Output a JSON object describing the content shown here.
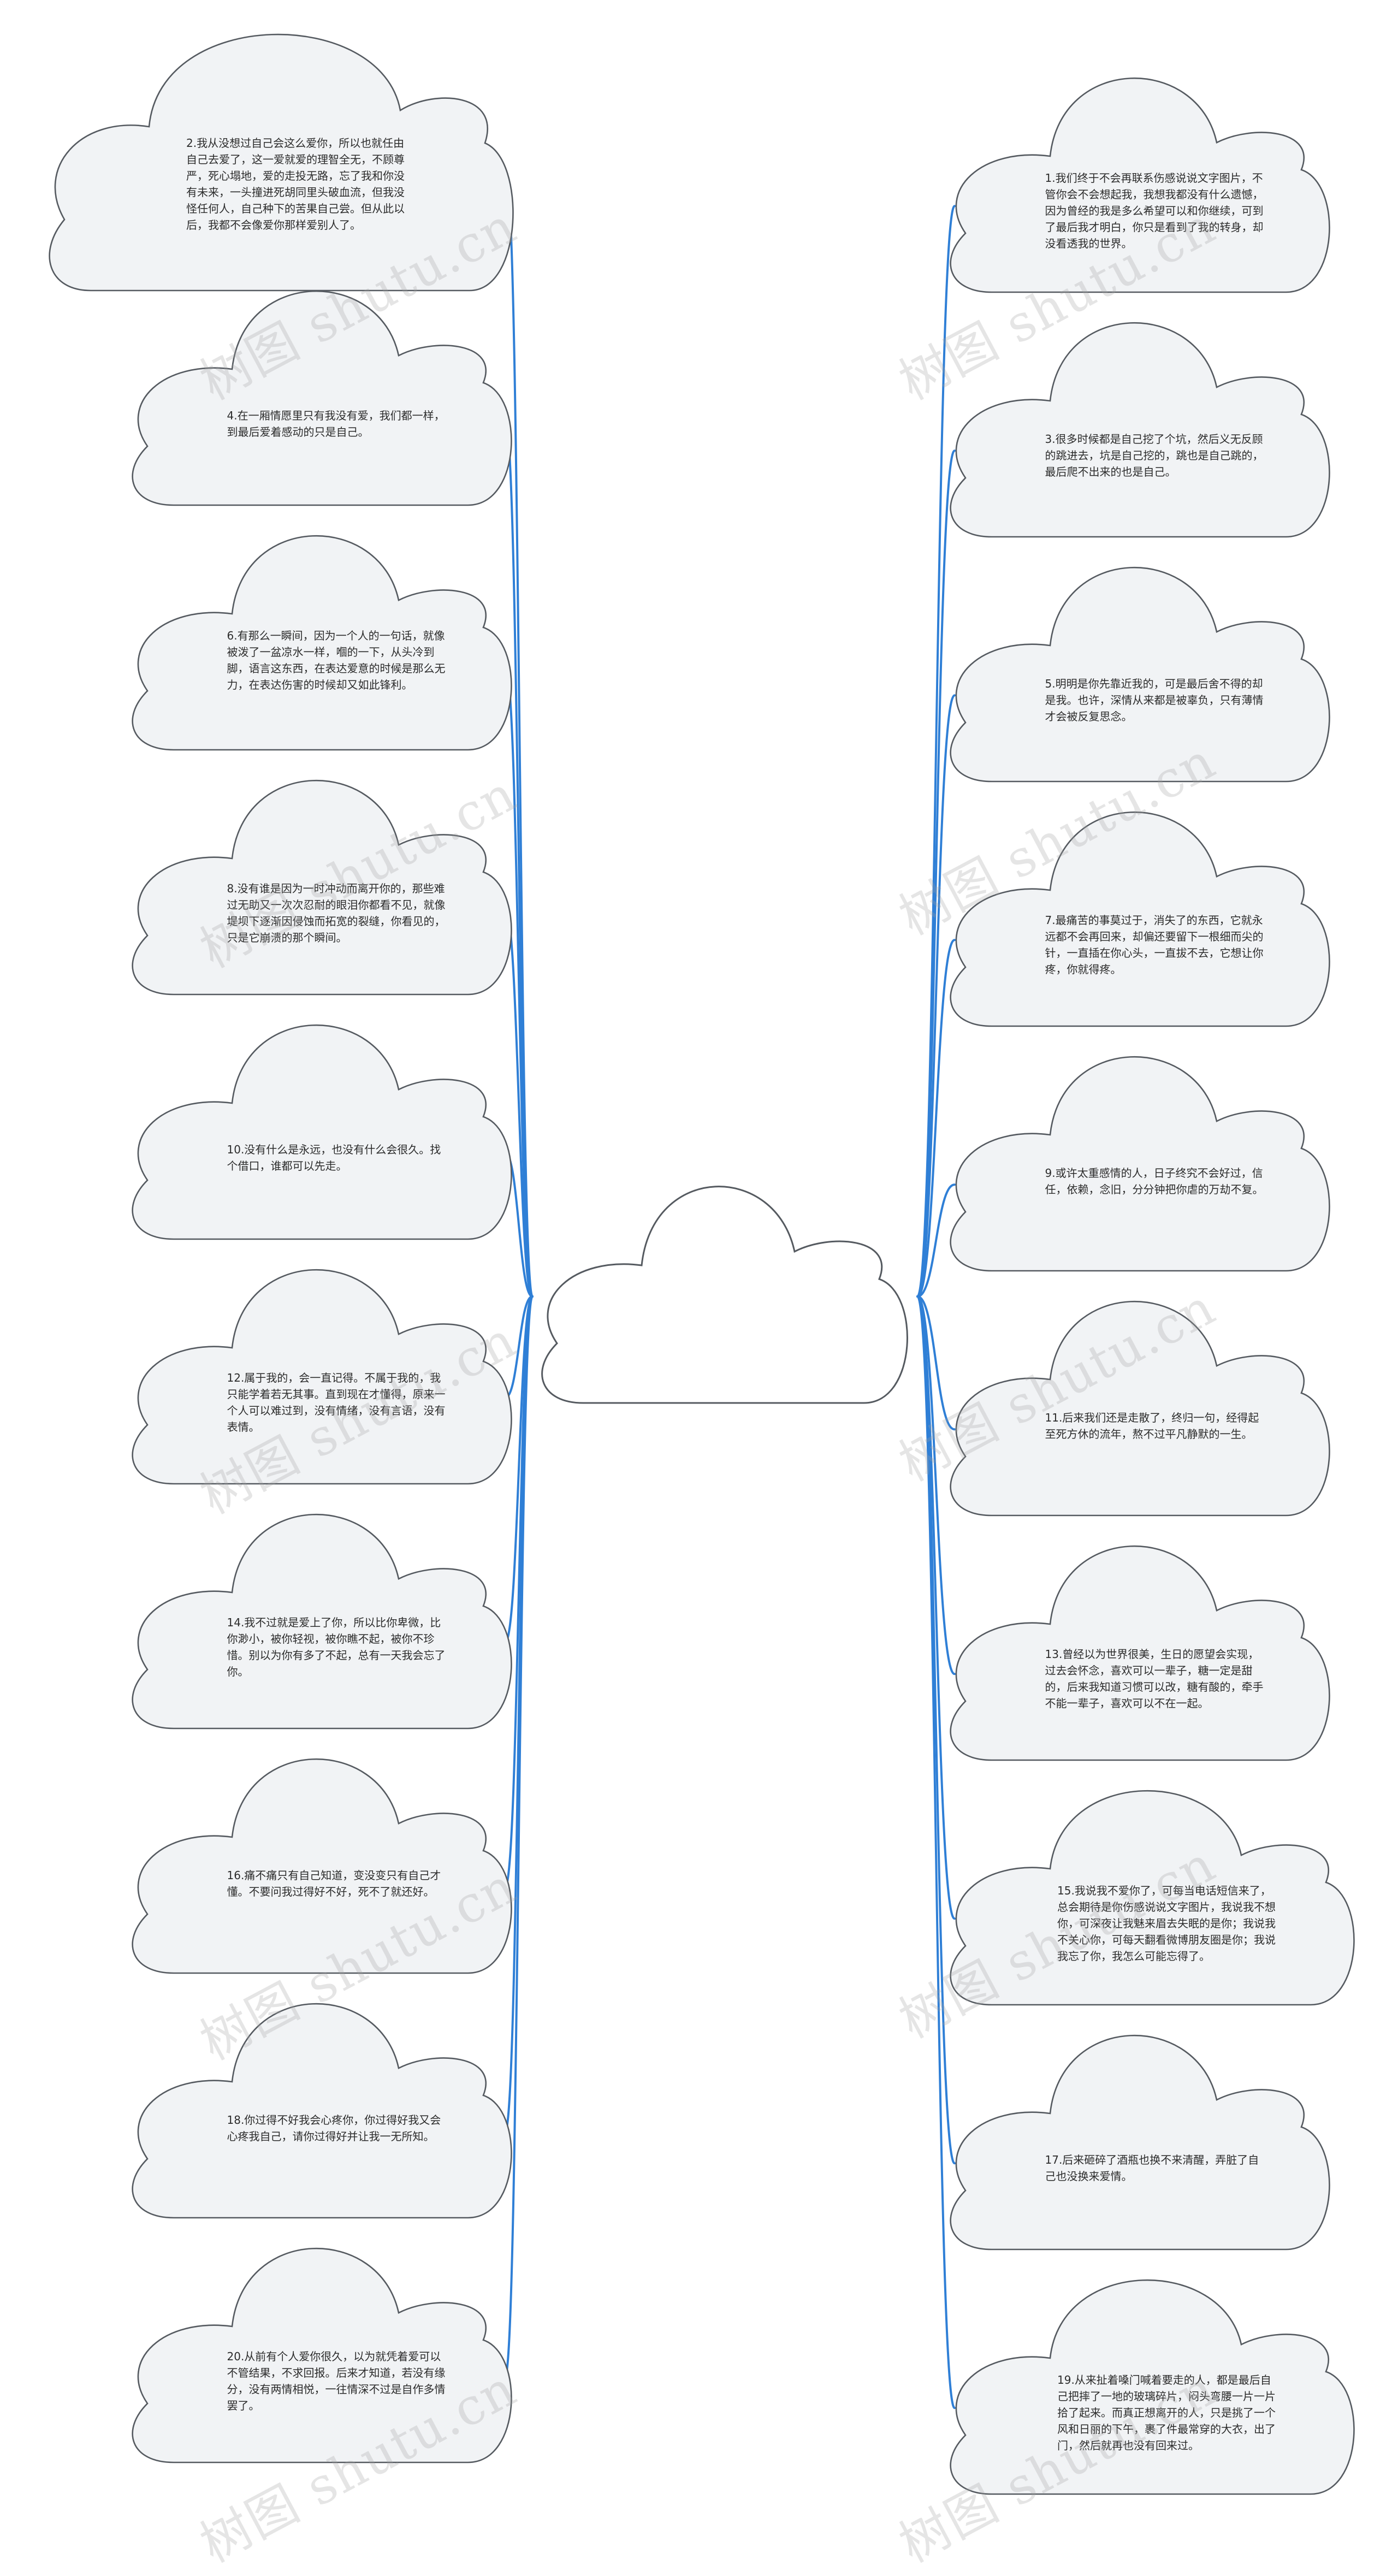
{
  "center_topic": "",
  "watermark_text": "树图 shutu.cn",
  "colors": {
    "connector": "#2f7fd6",
    "cloud_fill": "#f1f3f5",
    "cloud_stroke": "#555a60"
  },
  "left_nodes": [
    {
      "id": "2",
      "text": "2.我从没想过自己会这么爱你，所以也就任由自己去爱了，这一爱就爱的理智全无，不顾尊严，死心塌地，爱的走投无路，忘了我和你没有未来，一头撞进死胡同里头破血流，但我没怪任何人，自己种下的苦果自己尝。但从此以后，我都不会像爱你那样爱别人了。"
    },
    {
      "id": "4",
      "text": "4.在一厢情愿里只有我没有爱，我们都一样，到最后爱着感动的只是自己。"
    },
    {
      "id": "6",
      "text": "6.有那么一瞬间，因为一个人的一句话，就像被泼了一盆凉水一样，嗰的一下，从头冷到脚，语言这东西，在表达爱意的时候是那么无力，在表达伤害的时候却又如此锋利。"
    },
    {
      "id": "8",
      "text": "8.没有谁是因为一时冲动而离开你的，那些难过无助又一次次忍耐的眼泪你都看不见，就像堤坝下逐渐因侵蚀而拓宽的裂缝，你看见的，只是它崩溃的那个瞬间。"
    },
    {
      "id": "10",
      "text": "10.没有什么是永远，也没有什么会很久。找个借口，谁都可以先走。"
    },
    {
      "id": "12",
      "text": "12.属于我的，会一直记得。不属于我的，我只能学着若无其事。直到现在才懂得，原来一个人可以难过到，没有情绪，没有言语，没有表情。"
    },
    {
      "id": "14",
      "text": "14.我不过就是爱上了你，所以比你卑微，比你渺小，被你轻视，被你瞧不起，被你不珍惜。别以为你有多了不起，总有一天我会忘了你。"
    },
    {
      "id": "16",
      "text": "16.痛不痛只有自己知道，变没变只有自己才懂。不要问我过得好不好，死不了就还好。"
    },
    {
      "id": "18",
      "text": "18.你过得不好我会心疼你，你过得好我又会心疼我自己，请你过得好并让我一无所知。"
    },
    {
      "id": "20",
      "text": "20.从前有个人爱你很久，以为就凭着爱可以不管结果，不求回报。后来才知道，若没有缘分，没有两情相悦，一往情深不过是自作多情罢了。"
    }
  ],
  "right_nodes": [
    {
      "id": "1",
      "text": "1.我们终于不会再联系伤感说说文字图片，不管你会不会想起我，我想我都没有什么遗憾，因为曾经的我是多么希望可以和你继续，可到了最后我才明白，你只是看到了我的转身，却没看透我的世界。"
    },
    {
      "id": "3",
      "text": "3.很多时候都是自己挖了个坑，然后义无反顾的跳进去，坑是自己挖的，跳也是自己跳的，最后爬不出来的也是自己。"
    },
    {
      "id": "5",
      "text": "5.明明是你先靠近我的，可是最后舍不得的却是我。也许，深情从来都是被辜负，只有薄情才会被反复思念。"
    },
    {
      "id": "7",
      "text": "7.最痛苦的事莫过于，消失了的东西，它就永远都不会再回来，却偏还要留下一根细而尖的针，一直插在你心头，一直拔不去，它想让你疼，你就得疼。"
    },
    {
      "id": "9",
      "text": "9.或许太重感情的人，日子终究不会好过，信任，依赖，念旧，分分钟把你虐的万劫不复。"
    },
    {
      "id": "11",
      "text": "11.后来我们还是走散了，终归一句，经得起至死方休的流年，熬不过平凡静默的一生。"
    },
    {
      "id": "13",
      "text": "13.曾经以为世界很美，生日的愿望会实现，过去会怀念，喜欢可以一辈子，糖一定是甜的，后来我知道习惯可以改，糖有酸的，牵手不能一辈子，喜欢可以不在一起。"
    },
    {
      "id": "15",
      "text": "15.我说我不爱你了，可每当电话短信来了，总会期待是你伤感说说文字图片，我说我不想你，可深夜让我魅来眉去失眠的是你；我说我不关心你，可每天翻看微博朋友圈是你；我说我忘了你，我怎么可能忘得了。"
    },
    {
      "id": "17",
      "text": "17.后来砸碎了酒瓶也换不来清醒，弄脏了自己也没换来爱情。"
    },
    {
      "id": "19",
      "text": "19.从来扯着嗓门喊着要走的人，都是最后自己把摔了一地的玻璃碎片，闷头弯腰一片一片拾了起来。而真正想离开的人，只是挑了一个风和日丽的下午，裹了件最常穿的大衣，出了门，然后就再也没有回来过。"
    }
  ]
}
